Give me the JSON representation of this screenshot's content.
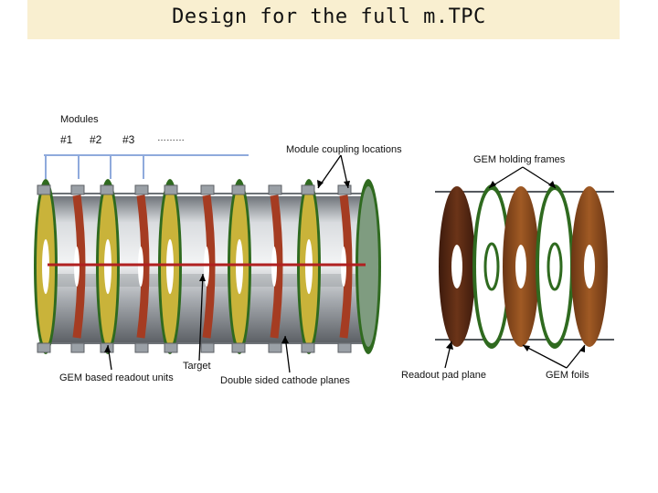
{
  "title": "Design for the full m.TPC",
  "modules": {
    "heading": "Modules",
    "items": [
      "#1",
      "#2",
      "#3",
      "………"
    ]
  },
  "labels": {
    "coupling": "Module coupling locations",
    "gem_frames": "GEM holding frames",
    "target": "Target",
    "readout_units": "GEM based readout units",
    "cathode_planes": "Double sided cathode planes",
    "readout_pad": "Readout pad plane",
    "gem_foils": "GEM foils"
  },
  "colors": {
    "title_band": "#f9efd0",
    "bracket": "#8faadc",
    "yellow_disk": "#c9b33a",
    "green_rim": "#2f6a1f",
    "red_cathode": "#a53c22",
    "steel": "#b8bcc2",
    "pad_plane": "#5a2a14",
    "gem_foil": "#8a4a1c",
    "end_plate": "#7f9c80"
  }
}
